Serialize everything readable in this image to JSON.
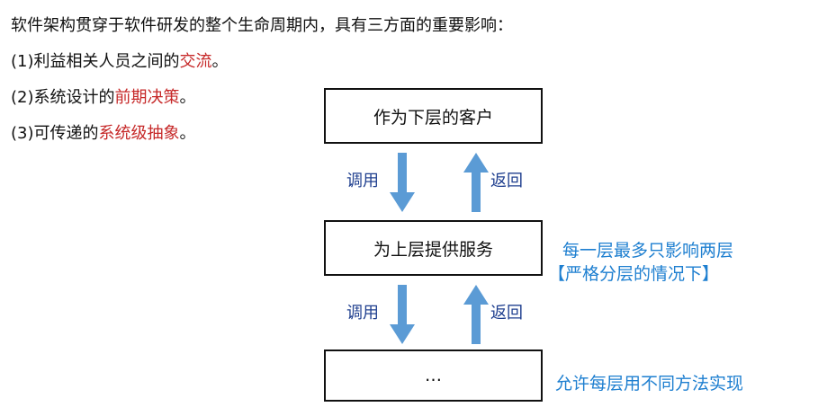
{
  "text": {
    "intro": "软件架构贯穿于软件研发的整个生命周期内，具有三方面的重要影响：",
    "points": [
      {
        "prefix": "(1)利益相关人员之间的",
        "highlight": "交流",
        "suffix": "。"
      },
      {
        "prefix": "(2)系统设计的",
        "highlight": "前期决策",
        "suffix": "。"
      },
      {
        "prefix": "(3)可传递的",
        "highlight": "系统级抽象",
        "suffix": "。"
      }
    ]
  },
  "diagram": {
    "boxes": [
      "作为下层的客户",
      "为上层提供服务",
      "…"
    ],
    "arrow_labels": {
      "call": "调用",
      "return": "返回"
    },
    "notes": {
      "layer_note_1": "每一层最多只影响两层",
      "layer_note_2": "【严格分层的情况下】",
      "method_note": "允许每层用不同方法实现"
    }
  },
  "colors": {
    "highlight": "#c62828",
    "arrow": "#5b9bd5",
    "note": "#1e7fd0",
    "label": "#1f3f8f"
  },
  "icons": {
    "down": "arrow-down-icon",
    "up": "arrow-up-icon"
  }
}
